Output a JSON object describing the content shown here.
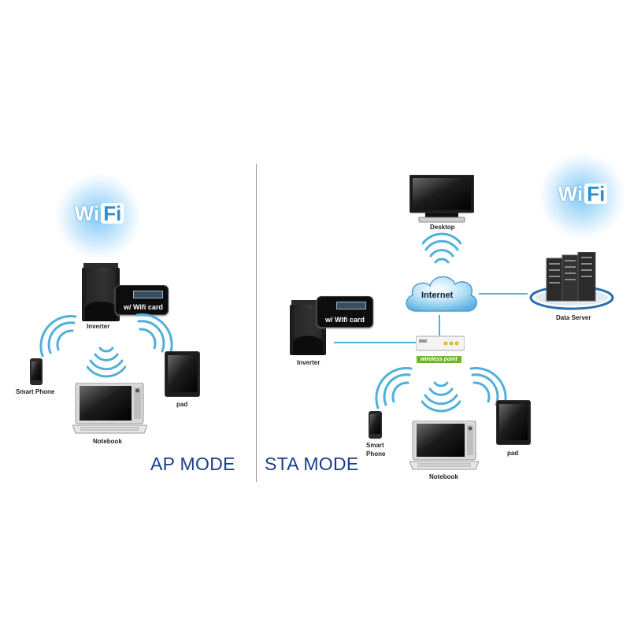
{
  "wifi_logo": {
    "wi": "Wi",
    "fi": "Fi"
  },
  "ap_mode": {
    "title": "AP MODE",
    "inverter_label": "Inverter",
    "card_label": "w/ Wifi card",
    "smartphone_label": "Smart Phone",
    "notebook_label": "Notebook",
    "pad_label": "pad"
  },
  "sta_mode": {
    "title": "STA MODE",
    "desktop_label": "Desktop",
    "internet_label": "Internet",
    "data_server_label": "Data Server",
    "inverter_label": "Inverter",
    "card_label": "w/ Wifi card",
    "wireless_point_label": "wireless point",
    "smartphone_label_line1": "Smart",
    "smartphone_label_line2": "Phone",
    "notebook_label": "Notebook",
    "pad_label": "pad"
  },
  "colors": {
    "mode_text": "#1b3c8c",
    "signal": "#4fb0d8",
    "wifi_glow": "#7cc8f5",
    "wireless_point_bg": "#6bb82c"
  },
  "icons": [
    "wifi-logo-icon",
    "inverter-icon",
    "wifi-card-icon",
    "signal-waves-icon",
    "smartphone-icon",
    "notebook-icon",
    "tablet-icon",
    "desktop-monitor-icon",
    "cloud-icon",
    "server-rack-icon",
    "router-icon"
  ]
}
